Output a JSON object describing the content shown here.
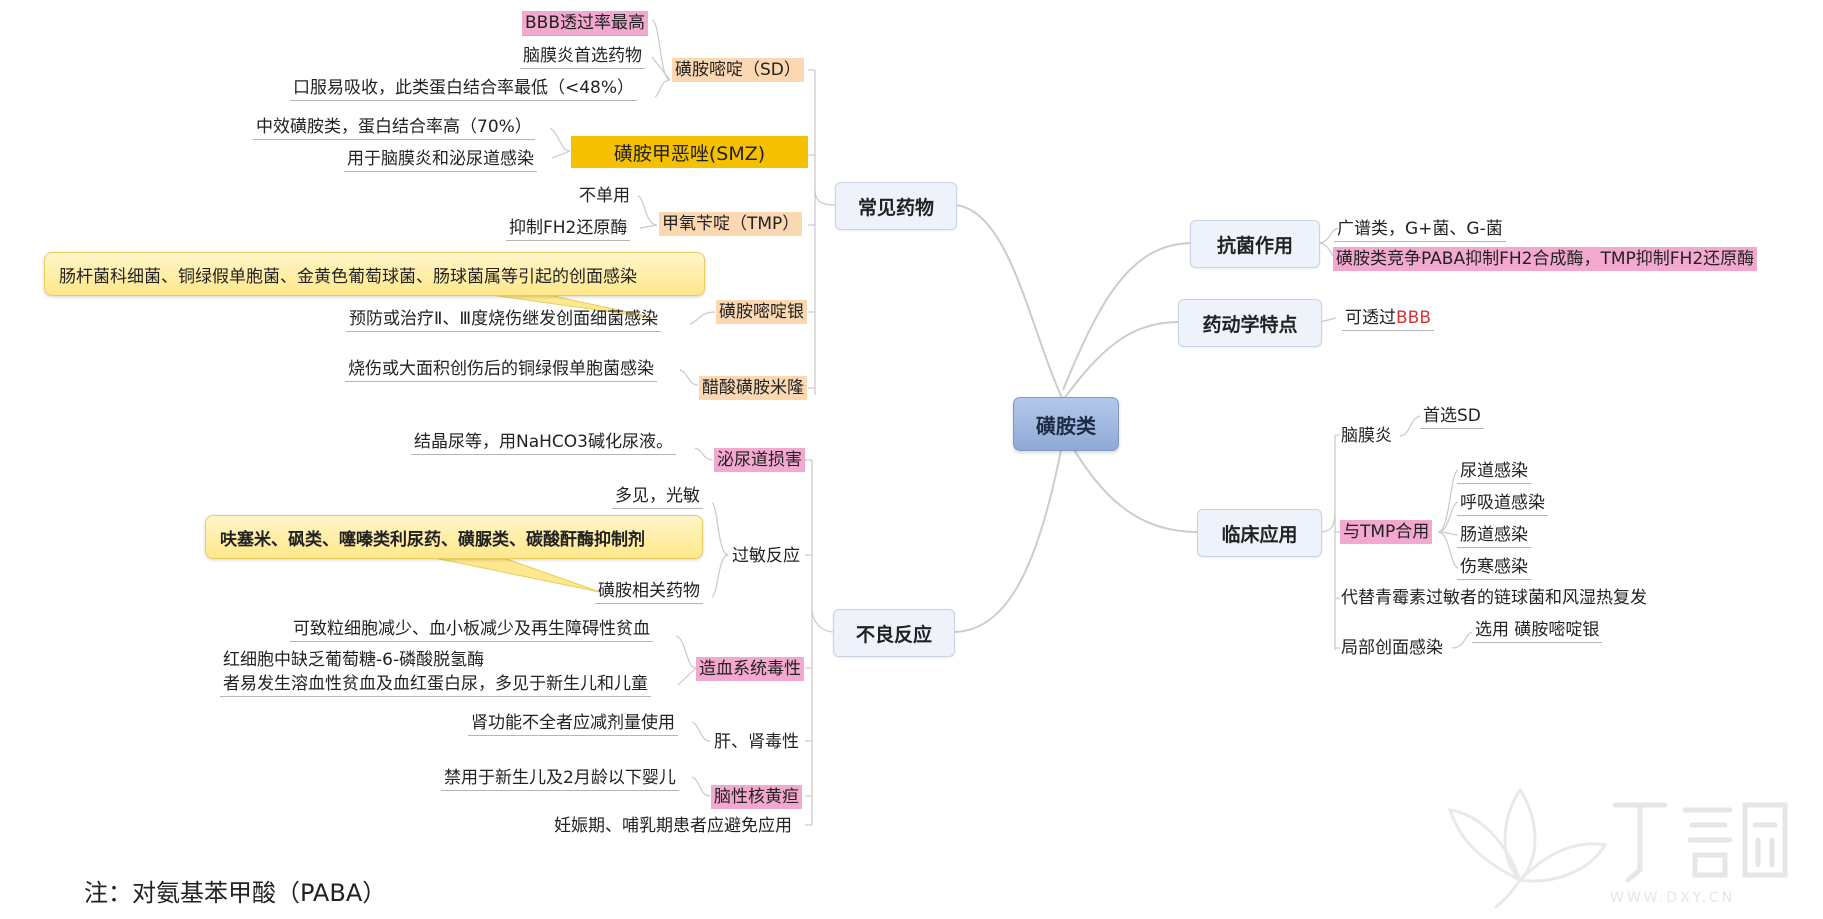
{
  "root": "磺胺类",
  "branches": {
    "common_drugs": "常见药物",
    "antibacterial": "抗菌作用",
    "pharmacokinetics": "药动学特点",
    "clinical": "临床应用",
    "adverse": "不良反应"
  },
  "sd": {
    "label": "磺胺嘧啶（SD）",
    "items": [
      "BBB透过率最高",
      "脑膜炎首选药物",
      "口服易吸收，此类蛋白结合率最低（<48%）"
    ]
  },
  "smz": {
    "label": "磺胺甲恶唑(SMZ)",
    "items": [
      "中效磺胺类，蛋白结合率高（70%）",
      "用于脑膜炎和泌尿道感染"
    ]
  },
  "tmp": {
    "label": "甲氧苄啶（TMP）",
    "items": [
      "不单用",
      "抑制FH2还原酶"
    ]
  },
  "silver_sd": {
    "label": "磺胺嘧啶银",
    "callout": "肠杆菌科细菌、铜绿假单胞菌、金黄色葡萄球菌、肠球菌属等引起的创面感染",
    "items": [
      "预防或治疗Ⅱ、Ⅲ度烧伤继发创面细菌感染"
    ]
  },
  "mafenide": {
    "label": "醋酸磺胺米隆",
    "items": [
      "烧伤或大面积创伤后的铜绿假单胞菌感染"
    ]
  },
  "antibacterial_items": [
    "广谱类，G+菌、G-菌",
    "磺胺类竞争PABA抑制FH2合成酶，TMP抑制FH2还原酶"
  ],
  "pk_items": {
    "prefix": "可透过",
    "bbb": "BBB"
  },
  "clinical_items": {
    "meningitis": "脑膜炎",
    "meningitis_choice": "首选SD",
    "with_tmp": "与TMP合用",
    "tmp_uses": [
      "尿道感染",
      "呼吸道感染",
      "肠道感染",
      "伤寒感染"
    ],
    "penicillin_alt": "代替青霉素过敏者的链球菌和风湿热复发",
    "local": "局部创面感染",
    "local_choice": "选用 磺胺嘧啶银"
  },
  "adverse_items": {
    "urinary": "泌尿道损害",
    "urinary_detail": "结晶尿等，用NaHCO3碱化尿液。",
    "allergy": "过敏反应",
    "allergy_common": "多见，光敏",
    "allergy_callout": "呋塞米、砜类、噻嗪类利尿药、磺脲类、碳酸酐酶抑制剂",
    "allergy_related": "磺胺相关药物",
    "blood": "造血系统毒性",
    "blood_1": "可致粒细胞减少、血小板减少及再生障碍性贫血",
    "blood_2a": "红细胞中缺乏葡萄糖-6-磷酸脱氢酶",
    "blood_2b": "者易发生溶血性贫血及血红蛋白尿，多见于新生儿和儿童",
    "liver": "肝、肾毒性",
    "liver_detail": "肾功能不全者应减剂量使用",
    "kernicterus": "脑性核黄疸",
    "kernicterus_detail": "禁用于新生儿及2月龄以下婴儿",
    "pregnancy": "妊娠期、哺乳期患者应避免应用"
  },
  "note": "注：对氨基苯甲酸（PABA）",
  "watermark": {
    "name": "丁香园",
    "url": "WWW.DXY.CN"
  },
  "colors": {
    "pink": "#f2a8cf",
    "peach": "#fbd7b2",
    "gold": "#f5c000",
    "node": "#eef3fb",
    "root": "#9fb7e0"
  }
}
